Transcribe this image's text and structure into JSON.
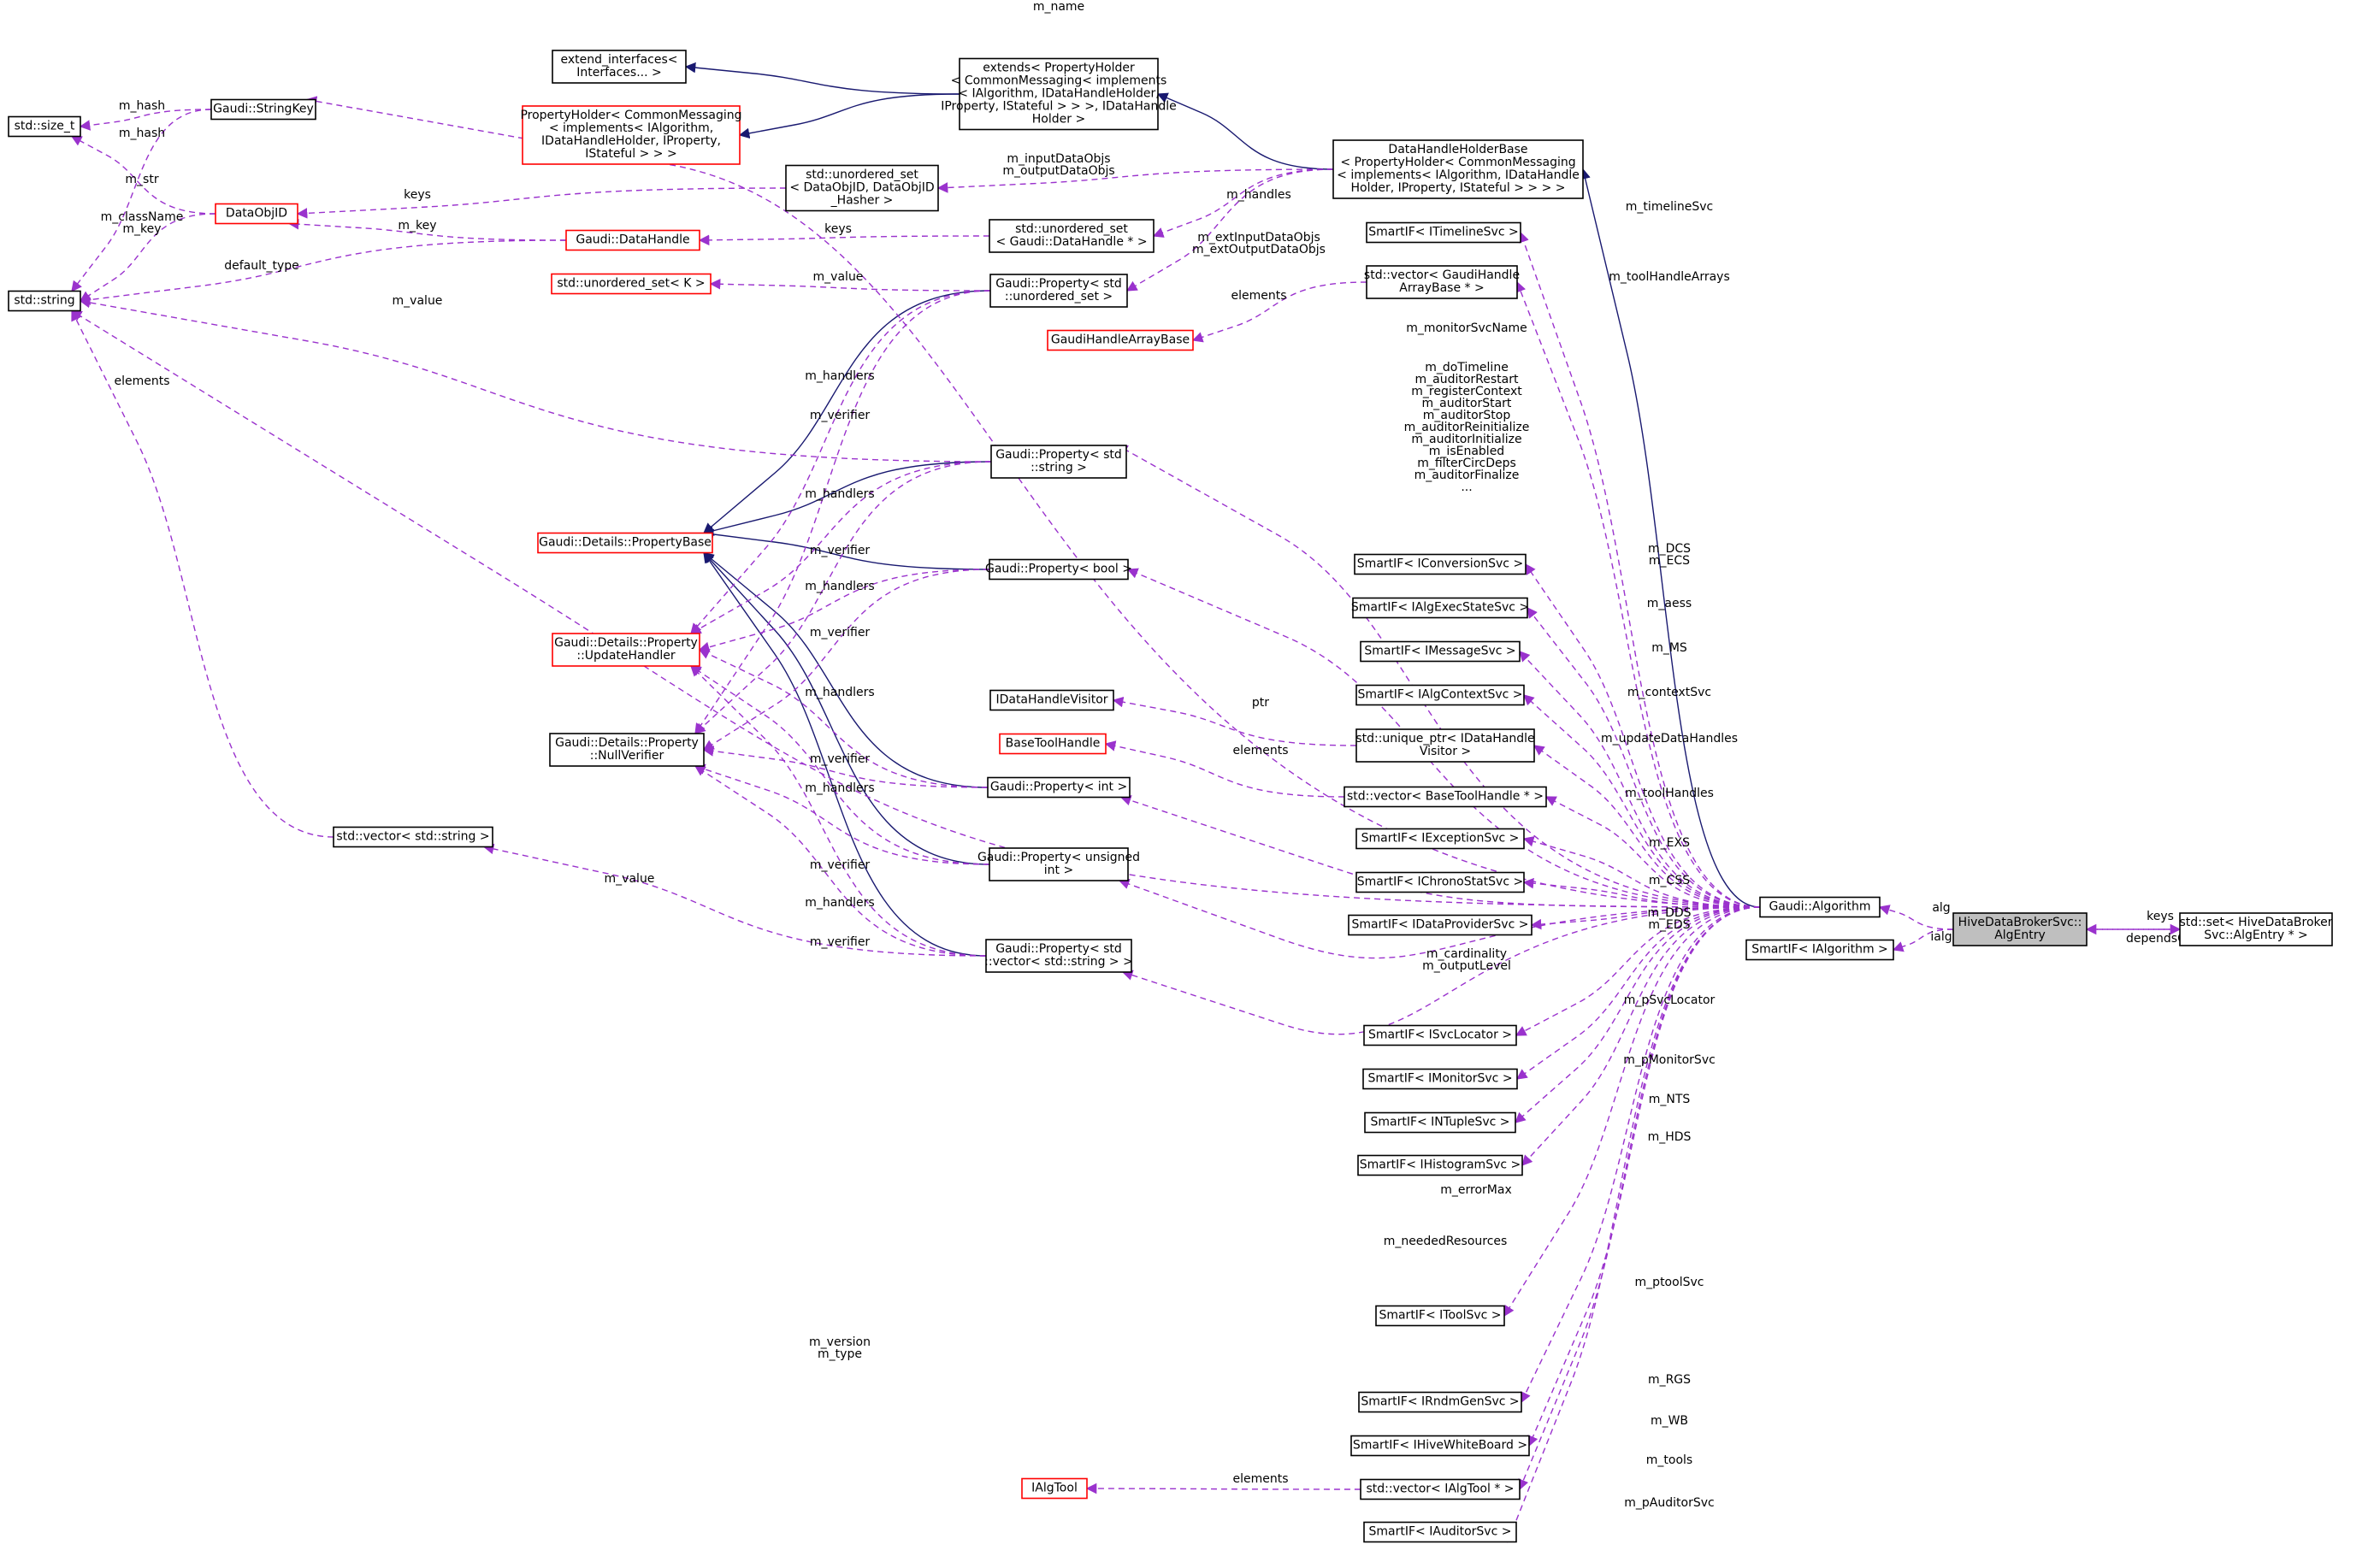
{
  "colors": {
    "inherit": "#191970",
    "usage": "#9a32cd",
    "focus_fill": "#bfbfbf",
    "incomplete_border": "#ff0000"
  },
  "nodes": {
    "std_size_t": [
      "std::size_t"
    ],
    "std_string": [
      "std::string"
    ],
    "gaudi_stringkey": [
      "Gaudi::StringKey"
    ],
    "dataobjid": [
      "DataObjID"
    ],
    "extend_interfaces": [
      "extend_interfaces<",
      "Interfaces... >"
    ],
    "propertyholder": [
      "PropertyHolder< CommonMessaging",
      "< implements< IAlgorithm,",
      "IDataHandleHolder, IProperty,",
      "IStateful > > >"
    ],
    "extends_ph": [
      "extends< PropertyHolder",
      "< CommonMessaging< implements",
      "< IAlgorithm, IDataHandleHolder,",
      "IProperty, IStateful > > >, IDataHandle",
      "Holder >"
    ],
    "dh_holder_base": [
      "DataHandleHolderBase",
      "< PropertyHolder< CommonMessaging",
      "< implements< IAlgorithm, IDataHandle",
      "Holder, IProperty, IStateful > > > >"
    ],
    "unordered_set_dataobjid": [
      "std::unordered_set",
      "< DataObjID, DataObjID",
      "_Hasher >"
    ],
    "gaudi_datahandle": [
      "Gaudi::DataHandle"
    ],
    "unordered_set_dh": [
      "std::unordered_set",
      "< Gaudi::DataHandle * >"
    ],
    "unordered_set_k": [
      "std::unordered_set< K >"
    ],
    "prop_unordered_set": [
      "Gaudi::Property< std",
      "::unordered_set >"
    ],
    "gaudihandlearraybase": [
      "GaudiHandleArrayBase"
    ],
    "prop_string": [
      "Gaudi::Property< std",
      "::string >"
    ],
    "propertybase": [
      "Gaudi::Details::PropertyBase"
    ],
    "prop_bool": [
      "Gaudi::Property< bool >"
    ],
    "updatehandler": [
      "Gaudi::Details::Property",
      "::UpdateHandler"
    ],
    "nullverifier": [
      "Gaudi::Details::Property",
      "::NullVerifier"
    ],
    "idatahandlevisitor": [
      "IDataHandleVisitor"
    ],
    "basetoolhandle": [
      "BaseToolHandle"
    ],
    "prop_int": [
      "Gaudi::Property< int >"
    ],
    "vector_string": [
      "std::vector< std::string >"
    ],
    "prop_unsigned": [
      "Gaudi::Property< unsigned",
      "int >"
    ],
    "prop_vector_string": [
      "Gaudi::Property< std",
      "::vector< std::string > >"
    ],
    "smartif_itimelinesvc": [
      "SmartIF< ITimelineSvc >"
    ],
    "vector_gaudihandlearraybase": [
      "std::vector< GaudiHandle",
      "ArrayBase * >"
    ],
    "smartif_iconversionsvc": [
      "SmartIF< IConversionSvc >"
    ],
    "smartif_ialgexecstatesvc": [
      "SmartIF< IAlgExecStateSvc >"
    ],
    "smartif_imessagesvc": [
      "SmartIF< IMessageSvc >"
    ],
    "smartif_ialgcontextsvc": [
      "SmartIF< IAlgContextSvc >"
    ],
    "unique_ptr_visitor": [
      "std::unique_ptr< IDataHandle",
      "Visitor >"
    ],
    "vector_basetoolhandle": [
      "std::vector< BaseToolHandle * >"
    ],
    "smartif_iexceptionsvc": [
      "SmartIF< IExceptionSvc >"
    ],
    "smartif_ichronostatsvc": [
      "SmartIF< IChronoStatSvc >"
    ],
    "smartif_idataprovidersvc": [
      "SmartIF< IDataProviderSvc >"
    ],
    "smartif_isvclocator": [
      "SmartIF< ISvcLocator >"
    ],
    "smartif_imonitorsvc": [
      "SmartIF< IMonitorSvc >"
    ],
    "smartif_intuplesvc": [
      "SmartIF< INTupleSvc >"
    ],
    "smartif_ihistogramsvc": [
      "SmartIF< IHistogramSvc >"
    ],
    "smartif_itoolsvc": [
      "SmartIF< IToolSvc >"
    ],
    "smartif_irndmgensvc": [
      "SmartIF< IRndmGenSvc >"
    ],
    "smartif_ihivewhiteboard": [
      "SmartIF< IHiveWhiteBoard >"
    ],
    "ialgtool": [
      "IAlgTool"
    ],
    "vector_ialgtool": [
      "std::vector< IAlgTool * >"
    ],
    "smartif_iauditorsvc": [
      "SmartIF< IAuditorSvc >"
    ],
    "gaudi_algorithm": [
      "Gaudi::Algorithm"
    ],
    "smartif_ialgorithm": [
      "SmartIF< IAlgorithm >"
    ],
    "algentry": [
      "HiveDataBrokerSvc::",
      "AlgEntry"
    ],
    "std_set_algentry": [
      "std::set< HiveDataBroker",
      "Svc::AlgEntry * >"
    ]
  },
  "labels": {
    "m_name": [
      "m_name"
    ],
    "m_hash_1": [
      "m_hash"
    ],
    "m_hash_2": [
      "m_hash"
    ],
    "m_str": [
      "m_str"
    ],
    "m_classname_key": [
      "m_className",
      "m_key"
    ],
    "keys_dataobjid": [
      "keys"
    ],
    "m_key": [
      "m_key"
    ],
    "default_type": [
      "default_type"
    ],
    "m_value_string": [
      "m_value"
    ],
    "elements_string": [
      "elements"
    ],
    "m_inputdataobjs": [
      "m_inputDataObjs",
      "m_outputDataObjs"
    ],
    "m_handles": [
      "m_handles"
    ],
    "keys_dh": [
      "keys"
    ],
    "m_extinput": [
      "m_extInputDataObjs",
      "m_extOutputDataObjs"
    ],
    "m_value_k": [
      "m_value"
    ],
    "elements_gha": [
      "elements"
    ],
    "m_timelinesvc": [
      "m_timelineSvc"
    ],
    "m_toolhandlearrays": [
      "m_toolHandleArrays"
    ],
    "m_monitorsvcname": [
      "m_monitorSvcName"
    ],
    "bool_members": [
      "m_doTimeline",
      "m_auditorRestart",
      "m_registerContext",
      "m_auditorStart",
      "m_auditorStop",
      "m_auditorReinitialize",
      "m_auditorInitialize",
      "m_isEnabled",
      "m_filterCircDeps",
      "m_auditorFinalize",
      "..."
    ],
    "m_handlers_1": [
      "m_handlers"
    ],
    "m_verifier_1": [
      "m_verifier"
    ],
    "m_handlers_2": [
      "m_handlers"
    ],
    "m_verifier_2": [
      "m_verifier"
    ],
    "m_handlers_3": [
      "m_handlers"
    ],
    "m_verifier_3": [
      "m_verifier"
    ],
    "m_handlers_4": [
      "m_handlers"
    ],
    "m_verifier_4": [
      "m_verifier"
    ],
    "m_handlers_5": [
      "m_handlers"
    ],
    "m_verifier_5": [
      "m_verifier"
    ],
    "m_handlers_6": [
      "m_handlers"
    ],
    "m_verifier_6": [
      "m_verifier"
    ],
    "m_value_vec": [
      "m_value"
    ],
    "m_dcs_ecs": [
      "m_DCS",
      "m_ECS"
    ],
    "m_aess": [
      "m_aess"
    ],
    "m_ms": [
      "m_MS"
    ],
    "m_contextsvc": [
      "m_contextSvc"
    ],
    "ptr": [
      "ptr"
    ],
    "m_updatedatahandles": [
      "m_updateDataHandles"
    ],
    "elements_bth": [
      "elements"
    ],
    "m_toolhandles": [
      "m_toolHandles"
    ],
    "m_exs": [
      "m_EXS"
    ],
    "m_css": [
      "m_CSS"
    ],
    "m_dds_eds": [
      "m_DDS",
      "m_EDS"
    ],
    "m_cardinality": [
      "m_cardinality",
      "m_outputLevel"
    ],
    "m_psvclocator": [
      "m_pSvcLocator"
    ],
    "m_pmonitorsvc": [
      "m_pMonitorSvc"
    ],
    "m_nts": [
      "m_NTS"
    ],
    "m_hds": [
      "m_HDS"
    ],
    "m_errormax": [
      "m_errorMax"
    ],
    "m_neededresources": [
      "m_neededResources"
    ],
    "m_ptoolsvc": [
      "m_ptoolSvc"
    ],
    "m_version_type": [
      "m_version",
      "m_type"
    ],
    "m_rgs": [
      "m_RGS"
    ],
    "m_wb": [
      "m_WB"
    ],
    "m_tools": [
      "m_tools"
    ],
    "elements_ialgtool": [
      "elements"
    ],
    "m_pauditorsvc": [
      "m_pAuditorSvc"
    ],
    "alg": [
      "alg"
    ],
    "ialg": [
      "ialg"
    ],
    "keys_set": [
      "keys"
    ],
    "dependson": [
      "dependsOn"
    ]
  }
}
